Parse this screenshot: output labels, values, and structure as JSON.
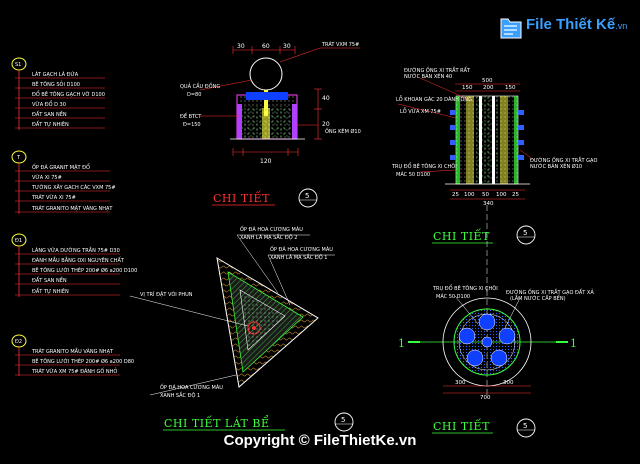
{
  "watermark": {
    "brand_prefix": "File",
    "brand_main": "Thiết Kế",
    "brand_suffix": ".vn",
    "copyright": "Copyright © FileThietKe.vn"
  },
  "legend": {
    "groups": [
      {
        "mark": "S1",
        "lines": [
          "LÁT GẠCH LÁ ĐỨA",
          "BÊ TÔNG SỎI D100",
          "ĐỔ BÊ TÔNG GẠCH VỠ D100",
          "VỮA ĐỔ D 30",
          "ĐẤT SAN NỀN",
          "ĐẤT TỰ NHIÊN"
        ]
      },
      {
        "mark": "T",
        "lines": [
          "ỐP ĐÁ GRANIT MẶT ĐỔ",
          "VỮA XI 75#",
          "TƯỜNG XÂY GẠCH CÁC VXM 75#",
          "TRÁT VỮA XI 75#",
          "TRÁT GRANITO MẶT VÀNG NHẠT"
        ]
      },
      {
        "mark": "Đ1",
        "lines": [
          "LÁNG VỮA DƯỜNG TRẦN 75# D30",
          "ĐÁNH MẦU BẰNG OXI NGUYÊN CHẤT",
          "BÊ TÔNG LƯỚI THÉP 200# Ø6 a200 D100",
          "ĐẤT SAN NỀN",
          "ĐẤT TỰ NHIÊN"
        ]
      },
      {
        "mark": "Đ2",
        "lines": [
          "TRÁT GRANITO MẦU VÀNG NHẠT",
          "BÊ TÔNG LƯỚI THÉP 200# Ø6 a200 D80",
          "TRÁT VỮA XM 75# ĐÁNH GỐ NHỎ"
        ]
      }
    ]
  },
  "detail_top_center": {
    "dims_top": [
      "30",
      "60",
      "30"
    ],
    "dims_right": [
      "40",
      "20"
    ],
    "dim_bottom": "120",
    "labels": [
      "TRÁT VXM 75#",
      "QUẢ CẦU ĐỒNG",
      "D=80",
      "ĐẾ BTCT",
      "Đ=150",
      "ỐNG KẼM Ø10"
    ],
    "title": "CHI TIẾT",
    "number": "5"
  },
  "detail_top_right": {
    "dims_top": [
      "500",
      "150",
      "200",
      "150"
    ],
    "dims_bottom": [
      "25",
      "100",
      "50",
      "100",
      "25"
    ],
    "dim_total": "340",
    "labels": [
      "ĐƯỜNG ỐNG XI TRẮT RẤT",
      "NƯỚC BẢN XÉN 40",
      "LỖ KHOAN GÁC 20 DÀNH ỐNG",
      "LỖ VỮA XM 75#",
      "ĐƯỜNG ỐNG XI TRẮT GẠO",
      "NƯỚC BẢN XÉN Ø10",
      "TRỤ ĐỔ BÊ TÔNG XI CHÔI",
      "MÁC 50 D100"
    ],
    "title": "CHI TIẾT",
    "number": "5"
  },
  "detail_bottom_center": {
    "labels": [
      "ỐP ĐÁ HOA CƯƠNG MÀU",
      "XANH LÁ MẠ SẮC ĐỘ 2",
      "ỐP ĐÁ HOA CƯƠNG MÀU",
      "XANH LÁ MẠ SẮC ĐỘ 1",
      "VỊ TRÍ ĐẶT VÒI PHUN",
      "ỐP ĐÁ HOA CƯƠNG MÀU",
      "XANH SẮC ĐỘ 1"
    ],
    "title": "CHI TIẾT LÁT BỂ",
    "number": "5"
  },
  "detail_bottom_right": {
    "dims": [
      "300",
      "300"
    ],
    "dim_total": "700",
    "section_mark": "1",
    "labels": [
      "TRỤ ĐỔ BÊ TÔNG XI CHÔI",
      "MÁC 50 D100",
      "ĐƯỜNG ỐNG XI TRẮT GẠO ĐẤT XẢ",
      "(LẮM NƯỚC CẤP BỂN)"
    ],
    "title": "CHI TIẾT",
    "number": "5"
  }
}
